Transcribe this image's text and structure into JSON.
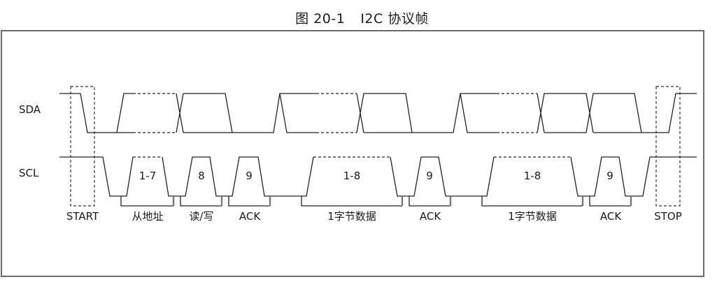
{
  "figure": {
    "caption_number": "图 20-1",
    "caption_title": "I2C 协议帧"
  },
  "signals": {
    "sda": "SDA",
    "scl": "SCL"
  },
  "clock_pulses": [
    {
      "label": "1-7",
      "kind": "multi"
    },
    {
      "label": "8",
      "kind": "single"
    },
    {
      "label": "9",
      "kind": "single"
    },
    {
      "label": "1-8",
      "kind": "multi"
    },
    {
      "label": "9",
      "kind": "single"
    },
    {
      "label": "1-8",
      "kind": "multi"
    },
    {
      "label": "9",
      "kind": "single"
    }
  ],
  "segments": [
    {
      "label": "从地址",
      "kind": "bracket"
    },
    {
      "label": "读/写",
      "kind": "bracket"
    },
    {
      "label": "ACK",
      "kind": "bracket"
    },
    {
      "label": "1字节数据",
      "kind": "bracket"
    },
    {
      "label": "ACK",
      "kind": "bracket"
    },
    {
      "label": "1字节数据",
      "kind": "bracket"
    },
    {
      "label": "ACK",
      "kind": "bracket"
    }
  ],
  "conditions": {
    "start": "START",
    "stop": "STOP"
  }
}
